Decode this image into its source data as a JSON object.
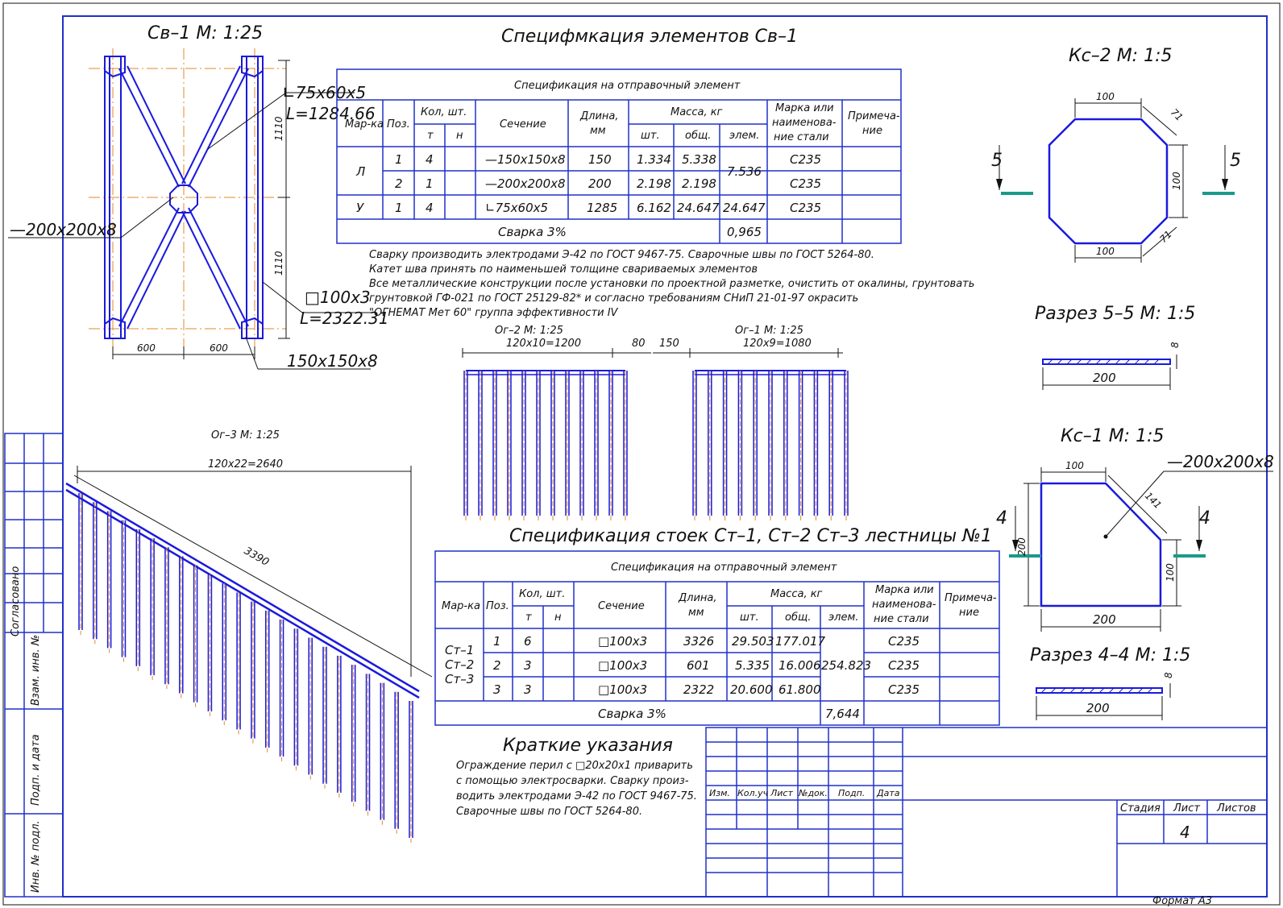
{
  "colors": {
    "frame": "#2030c8",
    "steel": "#1a1adc",
    "axis": "#e08a2a",
    "ink": "#111111",
    "section": "#1a9a8a"
  },
  "sv1": {
    "title": "Св–1 М: 1:25",
    "dim_left": "600",
    "dim_right": "600",
    "dim_top_v": "1110",
    "dim_bottom_v": "1110",
    "callout_angle_1": "∟75х60х5",
    "callout_angle_2": "L=1284.66",
    "callout_plate": "—200х200х8",
    "callout_tube_1": "□100х3",
    "callout_tube_2": "L=2322.31",
    "callout_strip": "150х150х8"
  },
  "spec1": {
    "title": "Специфмкация элементов Св–1",
    "caption": "Спецификация на отправочный элемент",
    "headers": {
      "marka": "Мар-ка",
      "poz": "Поз.",
      "kol": "Кол, шт.",
      "t": "т",
      "n": "н",
      "sech": "Сечение",
      "dlina_1": "Длина,",
      "dlina_2": "мм",
      "massa": "Масса, кг",
      "sht": "шт.",
      "obsh": "общ.",
      "elem": "элем.",
      "steel_1": "Марка или",
      "steel_2": "наименова-",
      "steel_3": "ние стали",
      "note_1": "Примеча-",
      "note_2": "ние"
    },
    "rows": [
      {
        "marka": "Л",
        "poz": "1",
        "t": "4",
        "sech": "—150х150х8",
        "len": "150",
        "sht": "1.334",
        "obsh": "5.338",
        "elem": "7.536",
        "steel": "С235"
      },
      {
        "marka": "",
        "poz": "2",
        "t": "1",
        "sech": "—200х200х8",
        "len": "200",
        "sht": "2.198",
        "obsh": "2.198",
        "elem": "",
        "steel": "С235"
      },
      {
        "marka": "У",
        "poz": "1",
        "t": "4",
        "sech": "∟75х60х5",
        "len": "1285",
        "sht": "6.162",
        "obsh": "24.647",
        "elem": "24.647",
        "steel": "С235"
      }
    ],
    "weld_label": "Сварка 3%",
    "weld_value": "0,965"
  },
  "notes1": [
    "Сварку производить электродами Э-42 по ГОСТ 9467-75. Сварочные швы по ГОСТ 5264-80.",
    "Катет шва принять по наименьшей толщине свариваемых элементов",
    "Все металлические конструкции после установки по проектной разметке, очистить от окалины, грунтовать",
    "грунтовкой ГФ-021 по ГОСТ 25129-82* и согласно требованиям СНиП 21-01-97 окрасить",
    "\"ОГНЕМАТ Мет 60\" группа эффективности IV"
  ],
  "og2": {
    "title": "Ог–2 М: 1:25",
    "dim_main": "120х10=1200",
    "dim_end": "80"
  },
  "og1": {
    "title": "Ог–1 М: 1:25",
    "dim_start": "150",
    "dim_main": "120х9=1080"
  },
  "og3": {
    "title": "Ог–3 М: 1:25",
    "dim_top": "120х22=2640",
    "dim_diag": "3390"
  },
  "spec2": {
    "title": "Спецификация стоек Ст–1, Ст–2 Ст–3 лестницы №1",
    "caption": "Спецификация на отправочный элемент",
    "headers": {
      "marka": "Мар-ка",
      "poz": "Поз.",
      "kol": "Кол, шт.",
      "t": "т",
      "n": "н",
      "sech": "Сечение",
      "dlina_1": "Длина,",
      "dlina_2": "мм",
      "massa": "Масса, кг",
      "sht": "шт.",
      "obsh": "общ.",
      "elem": "элем.",
      "steel_1": "Марка или",
      "steel_2": "наименова-",
      "steel_3": "ние стали",
      "note_1": "Примеча-",
      "note_2": "ние"
    },
    "marka_lines": [
      "Ст–1",
      "Ст–2",
      "Ст–3"
    ],
    "rows": [
      {
        "poz": "1",
        "t": "6",
        "sech": "□100х3",
        "len": "3326",
        "sht": "29.503",
        "obsh": "177.017",
        "steel": "С235"
      },
      {
        "poz": "2",
        "t": "3",
        "sech": "□100х3",
        "len": "601",
        "sht": "5.335",
        "obsh": "16.006",
        "steel": "С235"
      },
      {
        "poz": "3",
        "t": "3",
        "sech": "□100х3",
        "len": "2322",
        "sht": "20.600",
        "obsh": "61.800",
        "steel": "С235"
      }
    ],
    "elem_total": "254.823",
    "weld_label": "Сварка 3%",
    "weld_value": "7,644"
  },
  "ks2": {
    "title": "Кс–2 М: 1:5",
    "dim_top": "100",
    "dim_chamfer_top": "71",
    "dim_right": "100",
    "dim_chamfer_bottom": "71",
    "dim_bottom": "100",
    "section_mark": "5"
  },
  "razrez55": {
    "title": "Разрез 5–5 М: 1:5",
    "dim_len": "200",
    "dim_thk": "8"
  },
  "ks1": {
    "title": "Кс–1 М: 1:5",
    "dim_top": "100",
    "dim_chamfer": "141",
    "dim_left": "200",
    "dim_right": "100",
    "dim_bottom": "200",
    "callout": "—200х200х8",
    "section_mark": "4"
  },
  "razrez44": {
    "title": "Разрез 4–4 М: 1:5",
    "dim_len": "200",
    "dim_thk": "8"
  },
  "brief": {
    "title": "Краткие указания",
    "lines": [
      "Ограждение перил с □20х20х1 приварить",
      "с помощью электросварки. Сварку произ-",
      "водить электродами Э-42 по ГОСТ 9467-75.",
      " Сварочные швы по ГОСТ 5264-80."
    ]
  },
  "stamp": {
    "izm": "Изм.",
    "kol": "Кол.уч",
    "list": "Лист",
    "ndok": "№док.",
    "podp": "Подп.",
    "data": "Дата",
    "stadiya": "Стадия",
    "list2": "Лист",
    "listov": "Листов",
    "sheet_no": "4",
    "format": "Формат      А3"
  },
  "side": {
    "soglasovano": "Согласовано",
    "vzam": "Взам. инв. №",
    "podp_data": "Подп. и дата",
    "inv": "Инв. № подл."
  }
}
